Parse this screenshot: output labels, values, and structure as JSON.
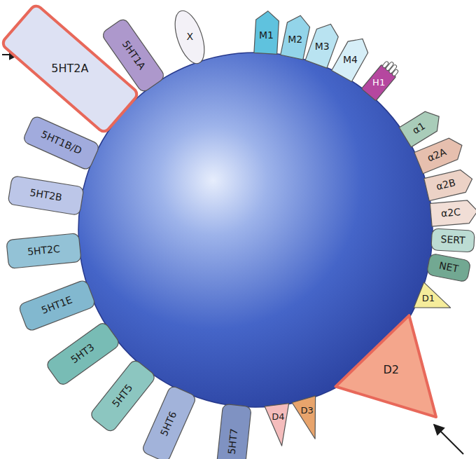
{
  "diagram": {
    "nodes": [
      {
        "text": [
          "5HT2A"
        ]
      },
      {
        "text": [
          "5HT1A"
        ]
      },
      {
        "text": [
          "X"
        ]
      },
      {
        "text": [
          "M1"
        ]
      },
      {
        "text": [
          "M2"
        ]
      },
      {
        "text": [
          "M3"
        ]
      },
      {
        "text": [
          "M4"
        ]
      },
      {
        "text": [
          "H1"
        ]
      },
      {
        "text": [
          "α1"
        ]
      },
      {
        "text": [
          "α2A"
        ]
      },
      {
        "text": [
          "α2B"
        ]
      },
      {
        "text": [
          "α2C"
        ]
      },
      {
        "text": [
          "SERT"
        ]
      },
      {
        "text": [
          "NET"
        ]
      },
      {
        "text": [
          "D1"
        ]
      },
      {
        "text": [
          "D2"
        ]
      },
      {
        "text": [
          "D3"
        ]
      },
      {
        "text": [
          "D4"
        ]
      },
      {
        "text": [
          "5HT7"
        ]
      },
      {
        "text": [
          "5HT6"
        ]
      },
      {
        "text": [
          "5HT5"
        ]
      },
      {
        "text": [
          "5HT3"
        ]
      },
      {
        "text": [
          "5HT1E"
        ]
      },
      {
        "text": [
          "5HT2C"
        ]
      },
      {
        "text": [
          "5HT2B"
        ]
      },
      {
        "text": [
          "5HT1B/D"
        ]
      }
    ]
  }
}
